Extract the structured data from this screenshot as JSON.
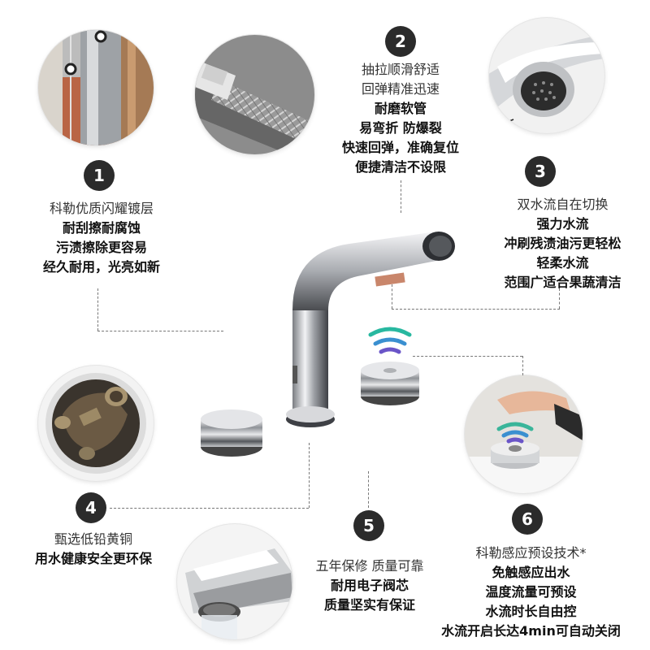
{
  "features": [
    {
      "number": "1",
      "lines": [
        {
          "text": "科勒优质闪耀镀层",
          "bold": false
        },
        {
          "text": "耐刮擦耐腐蚀",
          "bold": true
        },
        {
          "text": "污渍擦除更容易",
          "bold": true
        },
        {
          "text": "经久耐用，光亮如新",
          "bold": true
        }
      ]
    },
    {
      "number": "2",
      "lines": [
        {
          "text": "抽拉顺滑舒适",
          "bold": false
        },
        {
          "text": "回弹精准迅速",
          "bold": false
        },
        {
          "text": "耐磨软管",
          "bold": true
        },
        {
          "text": "易弯折 防爆裂",
          "bold": true
        },
        {
          "text": "快速回弹，准确复位",
          "bold": true
        },
        {
          "text": "便捷清洁不设限",
          "bold": true
        }
      ]
    },
    {
      "number": "3",
      "lines": [
        {
          "text": "双水流自在切换",
          "bold": false
        },
        {
          "text": "强力水流",
          "bold": true
        },
        {
          "text": "冲刷残渍油污更轻松",
          "bold": true
        },
        {
          "text": "轻柔水流",
          "bold": true
        },
        {
          "text": "范围广适合果蔬清洁",
          "bold": true
        }
      ]
    },
    {
      "number": "4",
      "lines": [
        {
          "text": "甄选低铅黄铜",
          "bold": false
        },
        {
          "text": "用水健康安全更环保",
          "bold": true
        }
      ]
    },
    {
      "number": "5",
      "lines": [
        {
          "text": "五年保修 质量可靠",
          "bold": false
        },
        {
          "text": "耐用电子阀芯",
          "bold": true
        },
        {
          "text": "质量坚实有保证",
          "bold": true
        }
      ]
    },
    {
      "number": "6",
      "lines": [
        {
          "text": "科勒感应预设技术*",
          "bold": false
        },
        {
          "text": "免触感应出水",
          "bold": true
        },
        {
          "text": "温度流量可预设",
          "bold": true
        },
        {
          "text": "水流时长自由控",
          "bold": true
        },
        {
          "text": "水流开启长达4min可自动关闭",
          "bold": true
        }
      ]
    }
  ],
  "colors": {
    "badge": "#2b2b2b",
    "chrome": "#c8c8cc",
    "copper": "#b86a4a",
    "sensor_wave_top": "#28b8a0",
    "sensor_wave_mid": "#3a8fd0",
    "sensor_wave_bottom": "#6a55c8"
  }
}
